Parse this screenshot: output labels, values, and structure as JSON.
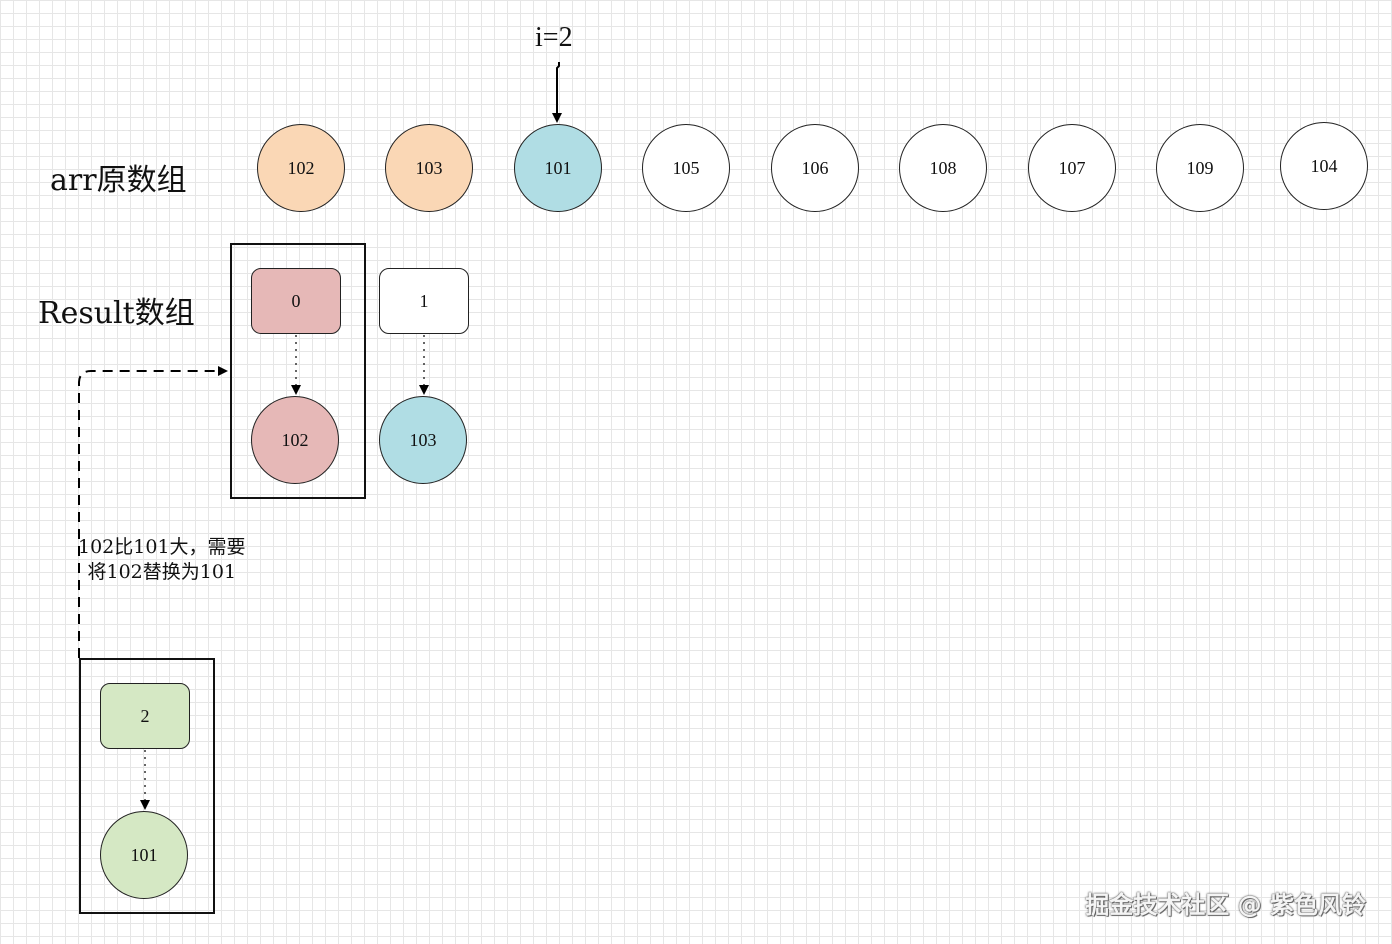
{
  "pointer": {
    "label": "i=2"
  },
  "arr": {
    "label": "arr原数组",
    "items": [
      {
        "value": "102",
        "color": "#fad7b5"
      },
      {
        "value": "103",
        "color": "#fad7b5"
      },
      {
        "value": "101",
        "color": "#b0dde4"
      },
      {
        "value": "105",
        "color": "#ffffff"
      },
      {
        "value": "106",
        "color": "#ffffff"
      },
      {
        "value": "108",
        "color": "#ffffff"
      },
      {
        "value": "107",
        "color": "#ffffff"
      },
      {
        "value": "109",
        "color": "#ffffff"
      },
      {
        "value": "104",
        "color": "#ffffff"
      }
    ]
  },
  "result": {
    "label": "Result数组",
    "slots": [
      {
        "index": "0",
        "value": "102",
        "color": "#e6b8b7"
      },
      {
        "index": "1",
        "value": "103",
        "index_color": "#ffffff",
        "color": "#b0dde4"
      }
    ]
  },
  "candidate": {
    "index": "2",
    "value": "101",
    "color": "#d5e8c4"
  },
  "note": {
    "line1": "102比101大，需要",
    "line2": "将102替换为101"
  },
  "watermark": "掘金技术社区 @ 紫色风铃"
}
